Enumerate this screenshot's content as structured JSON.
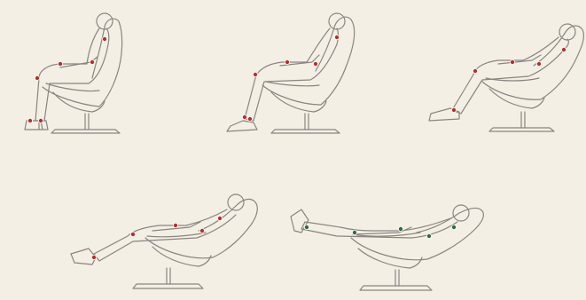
{
  "figures": [
    {
      "id": "pose-1",
      "state": "upright-seated",
      "joint_color": "#b5302c"
    },
    {
      "id": "pose-2",
      "state": "slight-recline",
      "joint_color": "#b5302c"
    },
    {
      "id": "pose-3",
      "state": "medium-recline",
      "joint_color": "#b5302c"
    },
    {
      "id": "pose-4",
      "state": "deep-recline",
      "joint_color": "#b5302c"
    },
    {
      "id": "pose-5",
      "state": "zero-gravity",
      "joint_color": "#2f6b3a"
    }
  ],
  "colors": {
    "background": "#f3efe4",
    "line": "#8a8580",
    "joint_red": "#b5302c",
    "joint_green": "#2f6b3a"
  }
}
